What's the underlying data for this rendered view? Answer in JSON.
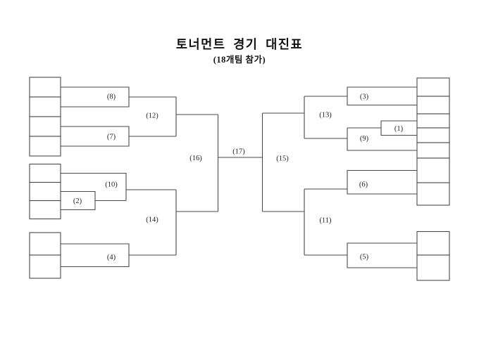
{
  "header": {
    "title": "토너먼트 경기 대진표",
    "subtitle": "(18개팀 참가)"
  },
  "colors": {
    "line": "#4a4a4a",
    "text": "#222222",
    "background": "#ffffff"
  },
  "bracket": {
    "total_teams": 18,
    "total_matches": 17,
    "left_slot_groups": [
      4,
      3,
      2
    ],
    "right_slot_groups": [
      7,
      2
    ],
    "matches": [
      {
        "id": 1,
        "label": "(1)"
      },
      {
        "id": 2,
        "label": "(2)"
      },
      {
        "id": 3,
        "label": "(3)"
      },
      {
        "id": 4,
        "label": "(4)"
      },
      {
        "id": 5,
        "label": "(5)"
      },
      {
        "id": 6,
        "label": "(6)"
      },
      {
        "id": 7,
        "label": "(7)"
      },
      {
        "id": 8,
        "label": "(8)"
      },
      {
        "id": 9,
        "label": "(9)"
      },
      {
        "id": 10,
        "label": "(10)"
      },
      {
        "id": 11,
        "label": "(11)"
      },
      {
        "id": 12,
        "label": "(12)"
      },
      {
        "id": 13,
        "label": "(13)"
      },
      {
        "id": 14,
        "label": "(14)"
      },
      {
        "id": 15,
        "label": "(15)"
      },
      {
        "id": 16,
        "label": "(16)"
      },
      {
        "id": 17,
        "label": "(17)"
      }
    ]
  }
}
